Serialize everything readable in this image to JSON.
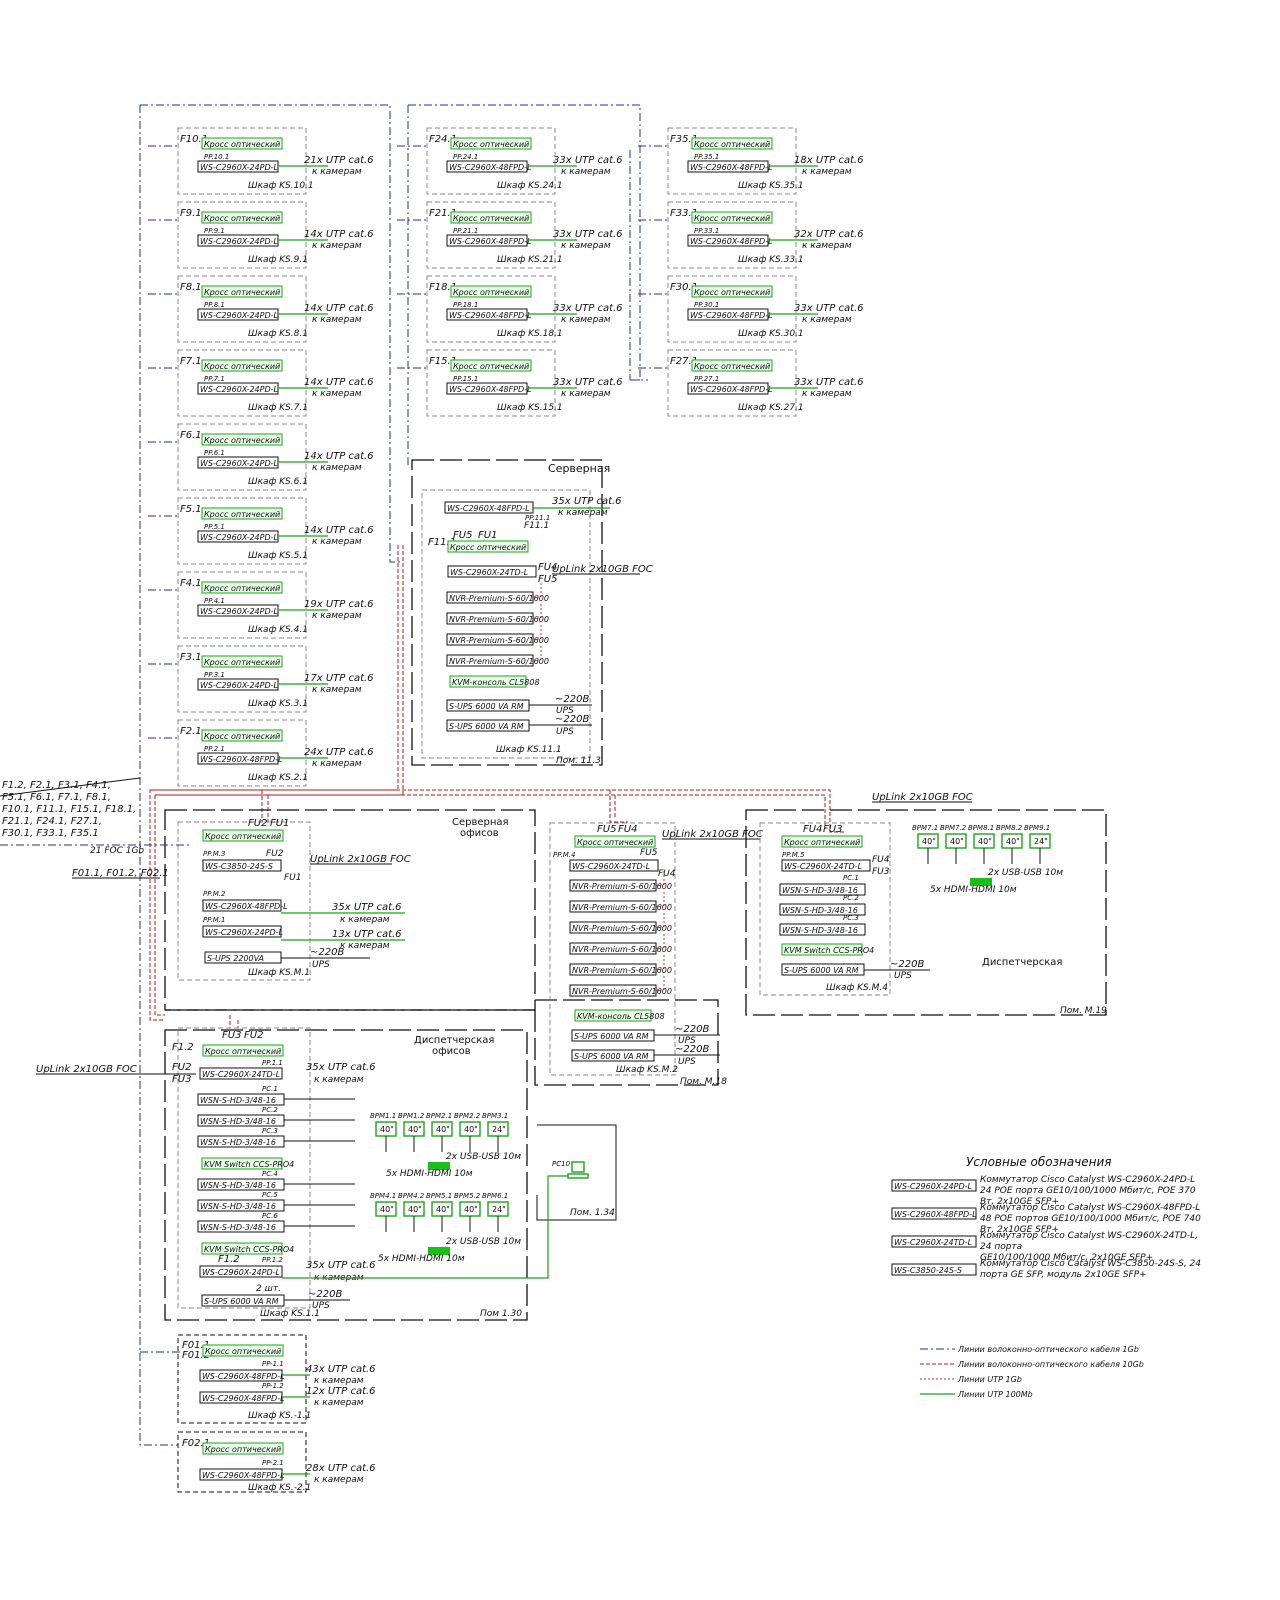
{
  "remote_cabinets": [
    {
      "f": "F10.1",
      "pp": "PP.10.1",
      "sw": "WS-C2960X-24PD-L",
      "utp": "21x UTP cat.6",
      "to": "к камерам",
      "name": "Шкаф KS.10.1"
    },
    {
      "f": "F9.1",
      "pp": "PP.9.1",
      "sw": "WS-C2960X-24PD-L",
      "utp": "14x UTP cat.6",
      "to": "к камерам",
      "name": "Шкаф KS.9.1"
    },
    {
      "f": "F8.1",
      "pp": "PP.8.1",
      "sw": "WS-C2960X-24PD-L",
      "utp": "14x UTP cat.6",
      "to": "к камерам",
      "name": "Шкаф KS.8.1"
    },
    {
      "f": "F7.1",
      "pp": "PP.7.1",
      "sw": "WS-C2960X-24PD-L",
      "utp": "14x UTP cat.6",
      "to": "к камерам",
      "name": "Шкаф KS.7.1"
    },
    {
      "f": "F6.1",
      "pp": "PP.6.1",
      "sw": "WS-C2960X-24PD-L",
      "utp": "14x UTP cat.6",
      "to": "к камерам",
      "name": "Шкаф KS.6.1"
    },
    {
      "f": "F5.1",
      "pp": "PP.5.1",
      "sw": "WS-C2960X-24PD-L",
      "utp": "14x UTP cat.6",
      "to": "к камерам",
      "name": "Шкаф KS.5.1"
    },
    {
      "f": "F4.1",
      "pp": "PP.4.1",
      "sw": "WS-C2960X-24PD-L",
      "utp": "19x UTP cat.6",
      "to": "к камерам",
      "name": "Шкаф KS.4.1"
    },
    {
      "f": "F3.1",
      "pp": "PP.3.1",
      "sw": "WS-C2960X-24PD-L",
      "utp": "17x UTP cat.6",
      "to": "к камерам",
      "name": "Шкаф KS.3.1"
    },
    {
      "f": "F2.1",
      "pp": "PP.2.1",
      "sw": "WS-C2960X-48FPD-L",
      "utp": "24x UTP cat.6",
      "to": "к камерам",
      "name": "Шкаф KS.2.1"
    },
    {
      "f": "F24.1",
      "pp": "PP.24.1",
      "sw": "WS-C2960X-48FPD-L",
      "utp": "33x UTP cat.6",
      "to": "к камерам",
      "name": "Шкаф KS.24.1"
    },
    {
      "f": "F21.1",
      "pp": "PP.21.1",
      "sw": "WS-C2960X-48FPD-L",
      "utp": "33x UTP cat.6",
      "to": "к камерам",
      "name": "Шкаф KS.21.1"
    },
    {
      "f": "F18.1",
      "pp": "PP.18.1",
      "sw": "WS-C2960X-48FPD-L",
      "utp": "33x UTP cat.6",
      "to": "к камерам",
      "name": "Шкаф KS.18.1"
    },
    {
      "f": "F15.1",
      "pp": "PP.15.1",
      "sw": "WS-C2960X-48FPD-L",
      "utp": "33x UTP cat.6",
      "to": "к камерам",
      "name": "Шкаф KS.15.1"
    },
    {
      "f": "F35.1",
      "pp": "PP.35.1",
      "sw": "WS-C2960X-48FPD-L",
      "utp": "18x UTP cat.6",
      "to": "к камерам",
      "name": "Шкаф KS.35.1"
    },
    {
      "f": "F33.1",
      "pp": "PP.33.1",
      "sw": "WS-C2960X-48FPD-L",
      "utp": "32x UTP cat.6",
      "to": "к камерам",
      "name": "Шкаф KS.33.1"
    },
    {
      "f": "F30.1",
      "pp": "PP.30.1",
      "sw": "WS-C2960X-48FPD-L",
      "utp": "33x UTP cat.6",
      "to": "к камерам",
      "name": "Шкаф KS.30.1"
    },
    {
      "f": "F27.1",
      "pp": "PP.27.1",
      "sw": "WS-C2960X-48FPD-L",
      "utp": "33x UTP cat.6",
      "to": "к камерам",
      "name": "Шкаф KS.27.1"
    }
  ],
  "common": {
    "cross": "Кросс оптический",
    "to_cameras": "к камерам",
    "uplink": "UpLink 2x10GB FOC",
    "ups6000": "S-UPS 6000 VA RM",
    "v220": "~220В",
    "ups": "UPS",
    "kvm": "KVM-консоль CL5808",
    "kvm_switch": "KVM Switch CCS-PRO4",
    "nvr": "NVR-Premium-S-60/1600",
    "wsn": "WSN-S-HD-3/48-16",
    "usb": "2x USB-USB 10м",
    "hdmi": "5x HDMI-HDMI 10м",
    "monitor": "40\"",
    "monitor24": "24\""
  },
  "server_113": {
    "title": "Серверная",
    "room": "Пом. 11.3",
    "cabinet": "Шкаф KS.11.1",
    "sw1": "WS-C2960X-48FPD-L",
    "pp": "PP.11.1",
    "f11": "F11.1",
    "f11b": "F11.1",
    "fu5": "FU5",
    "fu1": "FU1",
    "fu4": "FU4",
    "fu5b": "FU5",
    "sw2": "WS-C2960X-24TD-L",
    "utp": "35x UTP cat.6"
  },
  "server_office": {
    "title": "Серверная",
    "title2": "офисов",
    "fu2": "FU2",
    "fu1": "FU1",
    "fu2b": "FU2",
    "fu1b": "FU1",
    "pp_m3": "PP.M.3",
    "pp_m2": "PP.M.2",
    "pp_m1": "PP.M.1",
    "sw_core": "WS-C3850-24S-S",
    "sw_a": "WS-C2960X-48FPD-L",
    "sw_b": "WS-C2960X-24PD-L",
    "utp_a": "35x UTP cat.6",
    "utp_b": "13x UTP cat.6",
    "ups": "S-UPS 2200VA",
    "cabinet": "Шкаф KS.M.1",
    "foc_label": "21 FOC 1Gb",
    "fibers_list_1": "F1.2, F2.1, F3.1, F4.1,",
    "fibers_list_2": "F5.1, F6.1, F7.1, F8.1,",
    "fibers_list_3": "F10.1, F11.1, F15.1, F18.1,",
    "fibers_list_4": "F21.1, F24.1, F27.1,",
    "fibers_list_5": "F30.1, F33.1, F35.1",
    "fibers_list_6": "F01.1, F01.2, F02.1"
  },
  "m2": {
    "fu5": "FU5",
    "fu4": "FU4",
    "fu5b": "FU5",
    "fu4b": "FU4",
    "pp": "PP.M.4",
    "sw": "WS-C2960X-24TD-L",
    "cabinet": "Шкаф KS.M.2",
    "room": "Пом. M.18"
  },
  "m4": {
    "fu4": "FU4",
    "fu3": "FU3",
    "fu4b": "FU4",
    "fu3b": "FU3",
    "pp": "PP.M.5",
    "sw": "WS-C2960X-24TD-L",
    "pc1": "PC.1",
    "pc2": "PC.2",
    "pc3": "PC.3",
    "cabinet": "Шкаф KS.M.4",
    "title": "Диспетчерская",
    "room": "Пом. M.19",
    "monitors": [
      "BPM7.1",
      "BPM7.2",
      "BPM8.1",
      "BPM8.2",
      "BPM9.1"
    ]
  },
  "dispatch_office": {
    "title": "Диспетчерская",
    "title2": "офисов",
    "f12": "F1.2",
    "fu3": "FU3",
    "fu2": "FU2",
    "fu2b": "FU2",
    "fu3b": "FU3",
    "pp": "PP.1.1",
    "sw": "WS-C2960X-24TD-L",
    "pcs": [
      "PC.1",
      "PC.2",
      "PC.3",
      "PC.4",
      "PC.5",
      "PC.6"
    ],
    "utp": "35x UTP cat.6",
    "f12b": "F1.2",
    "pp12": "PP.1.2",
    "sw2": "WS-C2960X-24PD-L",
    "utp2": "35x UTP cat.6",
    "qty": "2 шт.",
    "cabinet": "Шкаф KS.1.1",
    "room": "Пом 1.30",
    "mon_top": [
      "BPM1.1",
      "BPM1.2",
      "BPM2.1",
      "BPM2.2",
      "BPM3.1"
    ],
    "mon_bot": [
      "BPM4.1",
      "BPM4.2",
      "BPM5.1",
      "BPM5.2",
      "BPM6.1"
    ]
  },
  "room134": {
    "pc": "PC10",
    "room": "Пом. 1.34"
  },
  "ks11": {
    "f1": "F01.1",
    "f2": "F01.2",
    "pp1": "PP-1.1",
    "pp2": "PP-1.2",
    "sw": "WS-C2960X-48FPD-L",
    "utp1": "43x UTP cat.6",
    "utp2": "12x UTP cat.6",
    "name": "Шкаф KS.-1.1"
  },
  "ks21": {
    "f": "F02.1",
    "pp": "PP-2.1",
    "sw": "WS-C2960X-48FPD-L",
    "utp": "28x UTP cat.6",
    "name": "Шкаф KS.-2.1"
  },
  "legend": {
    "title": "Условные обозначения",
    "items": [
      {
        "sym": "WS-C2960X-24PD-L",
        "text1": "Коммутатор Cisco Catalyst WS-C2960X-24PD-L",
        "text2": "24 POE порта GE10/100/1000 Мбит/с, POE 370",
        "text3": "Вт, 2x10GE SFP+"
      },
      {
        "sym": "WS-C2960X-48FPD-L",
        "text1": "Коммутатор Cisco Catalyst WS-C2960X-48FPD-L",
        "text2": "48 POE портов GE10/100/1000 Мбит/с, POE 740",
        "text3": "Вт, 2x10GE SFP+"
      },
      {
        "sym": "WS-C2960X-24TD-L",
        "text1": "Коммутатор Cisco Catalyst WS-C2960X-24TD-L,",
        "text2": "24 порта",
        "text3": "GE10/100/1000 Мбит/с, 2x10GE SFP+"
      },
      {
        "sym": "WS-C3850-24S-S",
        "text1": "Коммутатор Cisco Catalyst WS-C3850-24S-S, 24",
        "text2": "порта GE SFP, модуль 2x10GE SFP+",
        "text3": ""
      }
    ],
    "lines": [
      {
        "label": "Линии волоконно-оптического кабеля 1Gb"
      },
      {
        "label": "Линии волоконно-оптического кабеля 10Gb"
      },
      {
        "label": "Линии UTP 1Gb"
      },
      {
        "label": "Линии UTP 100Mb"
      }
    ]
  }
}
